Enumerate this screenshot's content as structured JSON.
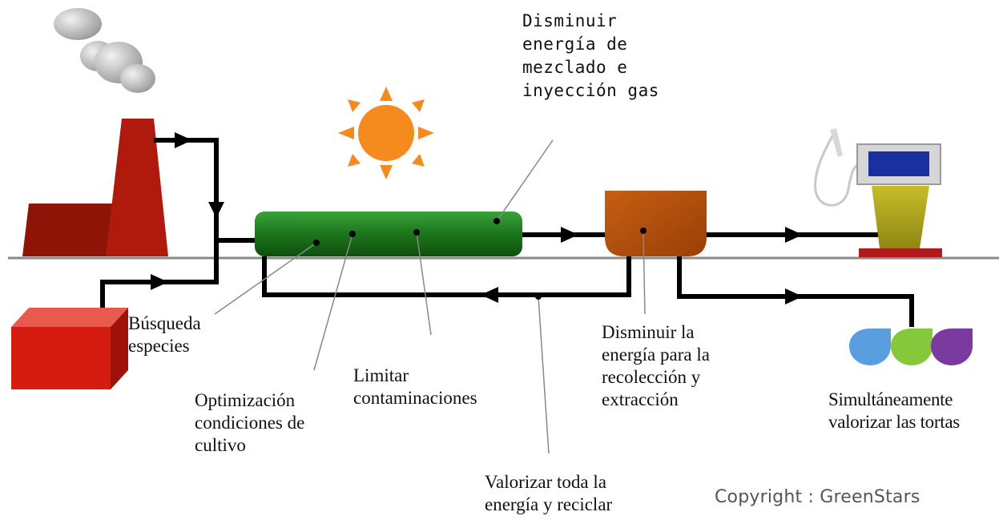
{
  "labels": {
    "disminuir_mezclado": "Disminuir\nenergía de\nmezclado e\ninyección gas",
    "busqueda_especies": "Búsqueda\nespecies",
    "optimizacion": "Optimización\ncondiciones de\ncultivo",
    "limitar": "Limitar\ncontaminaciones",
    "valorizar_energia": "Valorizar toda la\nenergía y reciclar",
    "disminuir_recoleccion": "Disminuir la\nenergía para la\nrecolección y\nextracción",
    "simultaneamente": "Simultáneamente\nvalorizar las tortas"
  },
  "copyright": "Copyright : GreenStars",
  "colors": {
    "factory": "#b01a0c",
    "box": "#d41c10",
    "tube": "#1e7a1e",
    "harvester": "#b3500d",
    "sun": "#f58a1e",
    "pump_screen": "#1a2fa0",
    "pump_body": "#a8a01e",
    "pump_base": "#b01a1a",
    "ground": "#8a8a8a",
    "pipes": "#000000"
  },
  "icons": [
    "smoke-icon",
    "factory-icon",
    "sun-icon",
    "fuel-pump-icon",
    "co2-box-icon",
    "products-icon"
  ]
}
